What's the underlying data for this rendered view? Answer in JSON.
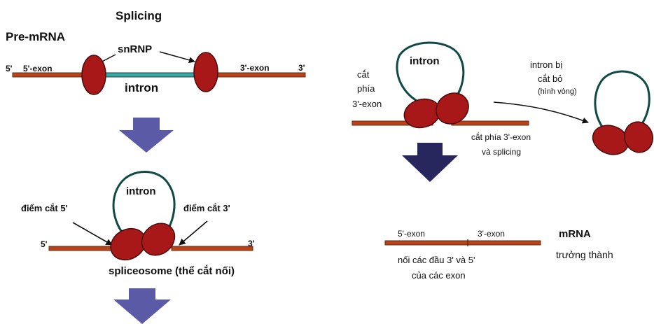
{
  "colors": {
    "exon": "#b5441b",
    "exon_stroke": "#6e2a10",
    "intron": "#3aa6a0",
    "intron_stroke": "#0f4a47",
    "snrnp": "#a81818",
    "snrnp_stroke": "#4a0a0a",
    "arrow_big": "#5b5aa6",
    "arrow_big_dark": "#27275e",
    "text": "#111111"
  },
  "labels": {
    "title_splicing": "Splicing",
    "pre_mrna": "Pre-mRNA",
    "snrnp": "snRNP",
    "five_prime_a": "5'",
    "five_exon_a": "5'-exon",
    "three_exon_a": "3'-exon",
    "three_prime_a": "3'",
    "intron_a": "intron",
    "intron_b": "intron",
    "cut5": "điểm cắt 5'",
    "cut3": "điểm cắt 3'",
    "five_prime_b": "5'",
    "three_prime_b": "3'",
    "spliceosome": "spliceosome (thể cắt nối)",
    "intron_c": "intron",
    "cut_left_1": "cắt",
    "cut_left_2": "phía",
    "cut_left_3": "3'-exon",
    "removed_1": "intron bị",
    "removed_2": "cắt bỏ",
    "removed_3": "(hình vòng)",
    "cut_right_1": "cắt phía 3'-exon",
    "cut_right_2": "và splicing",
    "five_exon_d": "5'-exon",
    "three_exon_d": "3'-exon",
    "mature_1": "mRNA",
    "mature_2": "trưởng thành",
    "join_1": "nối các đầu 3' và 5'",
    "join_2": "của các exon"
  }
}
